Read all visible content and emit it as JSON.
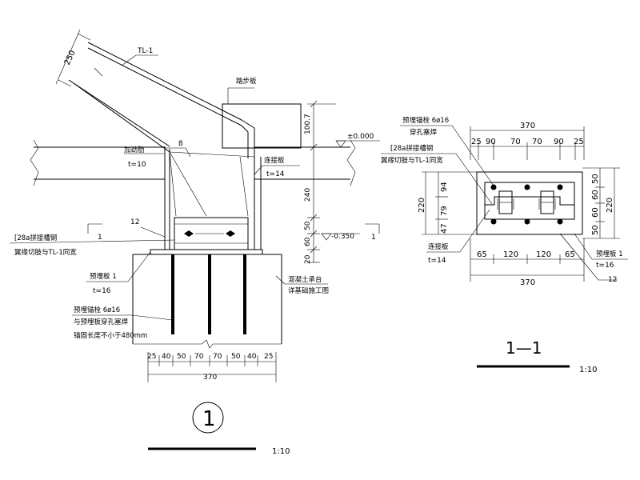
{
  "detail_1": {
    "tl": "TL-1",
    "top_dim": "250",
    "tread": "踏步板",
    "stiffener": "加劲肋",
    "stiff_t": "t=10",
    "weld_size": "8",
    "weld_size2": "12",
    "conn_plate": "连接板",
    "conn_t": "t=14",
    "elev_top": "±0.000",
    "elev_bot": "-0.350",
    "v_dims": [
      "100.7",
      "240",
      "50",
      "60",
      "20"
    ],
    "channel_1": "[28a拼接槽钢",
    "channel_2": "翼缘切肢与TL-1同宽",
    "embed_plate": "预埋板 1",
    "embed_t": "t=16",
    "bolt_1": "预埋锚栓 6ø16",
    "bolt_2": "与预埋板穿孔塞焊",
    "bolt_3": "锚固长度不小于480mm",
    "concrete_1": "混凝土承台",
    "concrete_2": "详基础施工图",
    "section_mark": "1",
    "h_dims": [
      "25",
      "40",
      "50",
      "70",
      "70",
      "50",
      "40",
      "25"
    ],
    "total": "370",
    "label": "1",
    "scale": "1:10"
  },
  "section_1_1": {
    "bolt_1": "预埋锚栓 6ø16",
    "bolt_2": "穿孔塞焊",
    "top_total": "370",
    "top_dims": [
      "25",
      "90",
      "70",
      "70",
      "90",
      "25"
    ],
    "channel_1": "[28a拼接槽钢",
    "channel_2": "翼缘切肢与TL-1同宽",
    "conn_plate": "连接板",
    "conn_t": "t=14",
    "left_total": "220",
    "left_dims": [
      "94",
      "79",
      "47"
    ],
    "right_dims": [
      "50",
      "60",
      "60",
      "50"
    ],
    "right_total": "220",
    "bot_dims": [
      "65",
      "120",
      "120",
      "65"
    ],
    "bot_total": "370",
    "embed_plate": "预埋板 1",
    "embed_t": "t=16",
    "weld_size": "12",
    "title": "1—1",
    "scale": "1:10"
  }
}
